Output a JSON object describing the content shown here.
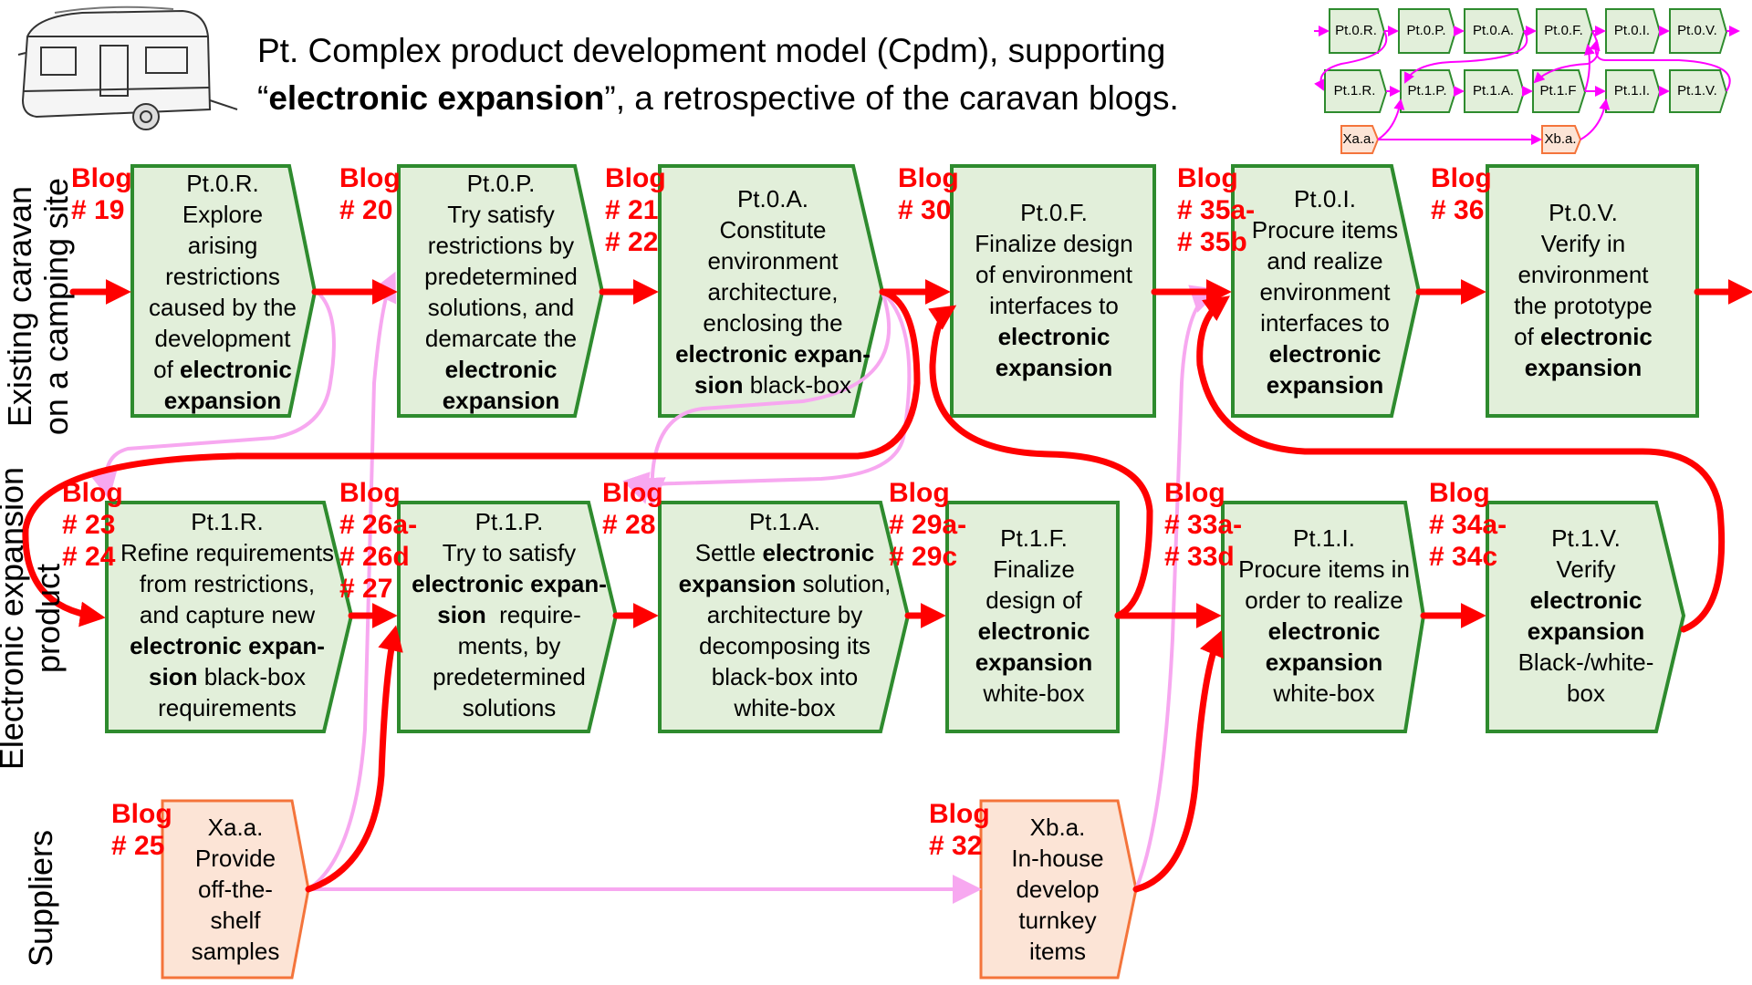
{
  "title": {
    "line1": "Pt. Complex product development model (Cpdm), supporting",
    "quote_open": "“",
    "bold": "electronic expansion",
    "line2_rest": "”, a retrospective of the caravan blogs."
  },
  "lanes": {
    "top": [
      "Existing caravan",
      "on a camping site"
    ],
    "middle": [
      "Electronic expansion",
      "product"
    ],
    "bottom": [
      "Suppliers"
    ]
  },
  "colors": {
    "green_fill": "#e2efda",
    "green_stroke": "#2e8b2e",
    "orange_fill": "#fce4d6",
    "orange_stroke": "#f4743b",
    "red": "#ff0000",
    "pink": "#f7a8f0",
    "magenta": "#ff00ff"
  },
  "blogs": {
    "b19": [
      "Blog",
      "# 19"
    ],
    "b20": [
      "Blog",
      "# 20"
    ],
    "b21": [
      "Blog",
      "# 21",
      "# 22"
    ],
    "b30": [
      "Blog",
      "# 30"
    ],
    "b35": [
      "Blog",
      "# 35a-",
      "# 35b"
    ],
    "b36": [
      "Blog",
      "# 36"
    ],
    "b23": [
      "Blog",
      "# 23",
      "# 24"
    ],
    "b26": [
      "Blog",
      "# 26a-",
      "# 26d",
      "# 27"
    ],
    "b28": [
      "Blog",
      "# 28"
    ],
    "b29": [
      "Blog",
      "# 29a-",
      "# 29c"
    ],
    "b33": [
      "Blog",
      "# 33a-",
      "# 33d"
    ],
    "b34": [
      "Blog",
      "# 34a-",
      "# 34c"
    ],
    "b25": [
      "Blog",
      "# 25"
    ],
    "b32": [
      "Blog",
      "# 32"
    ]
  },
  "boxes": {
    "pt0r": [
      "Pt.0.R.",
      "Explore",
      "arising",
      "restrictions",
      "caused by the",
      "development",
      "of ",
      "electronic",
      "expansion"
    ],
    "pt0p": [
      "Pt.0.P.",
      "Try satisfy",
      "restrictions by",
      "predetermined",
      "solutions, and",
      "demarcate the",
      "electronic",
      "expansion"
    ],
    "pt0a": [
      "Pt.0.A.",
      "Constitute",
      "environment",
      "architecture,",
      "enclosing the",
      "electronic expan-",
      "sion",
      " black-box"
    ],
    "pt0f": [
      "Pt.0.F.",
      "Finalize design",
      "of environment",
      "interfaces to",
      "electronic",
      "expansion"
    ],
    "pt0i": [
      "Pt.0.I.",
      "Procure items",
      "and realize",
      "environment",
      "interfaces to",
      "electronic",
      "expansion"
    ],
    "pt0v": [
      "Pt.0.V.",
      "Verify in",
      "environment",
      "the prototype",
      "of ",
      "electronic",
      "expansion"
    ],
    "pt1r": [
      "Pt.1.R.",
      "Refine requirements",
      "from restrictions,",
      "and capture new",
      "electronic expan-",
      "sion",
      " black-box",
      "requirements"
    ],
    "pt1p": [
      "Pt.1.P.",
      "Try to satisfy",
      "electronic expan-",
      "sion",
      "  require-",
      "ments, by",
      "predetermined",
      "solutions"
    ],
    "pt1a": [
      "Pt.1.A.",
      "Settle ",
      "electronic",
      "expansion",
      " solution,",
      "architecture by",
      "decomposing its",
      "black-box into",
      "white-box"
    ],
    "pt1f": [
      "Pt.1.F.",
      "Finalize",
      "design of",
      "electronic",
      "expansion",
      "white-box"
    ],
    "pt1i": [
      "Pt.1.I.",
      "Procure items in",
      "order to realize",
      "electronic",
      "expansion",
      "white-box"
    ],
    "pt1v": [
      "Pt.1.V.",
      "Verify",
      "electronic",
      "expansion",
      "Black-/white-",
      "box"
    ],
    "xaa": [
      "Xa.a.",
      "Provide",
      "off-the-",
      "shelf",
      "samples"
    ],
    "xba": [
      "Xb.a.",
      "In-house",
      "develop",
      "turnkey",
      "items"
    ]
  },
  "mini_map": {
    "row0": [
      "Pt.0.R.",
      "Pt.0.P.",
      "Pt.0.A.",
      "Pt.0.F.",
      "Pt.0.I.",
      "Pt.0.V."
    ],
    "row1": [
      "Pt.1.R.",
      "Pt.1.P.",
      "Pt.1.A.",
      "Pt.1.F",
      "Pt.1.I.",
      "Pt.1.V."
    ],
    "row2": [
      "Xa.a.",
      "Xb.a."
    ]
  }
}
